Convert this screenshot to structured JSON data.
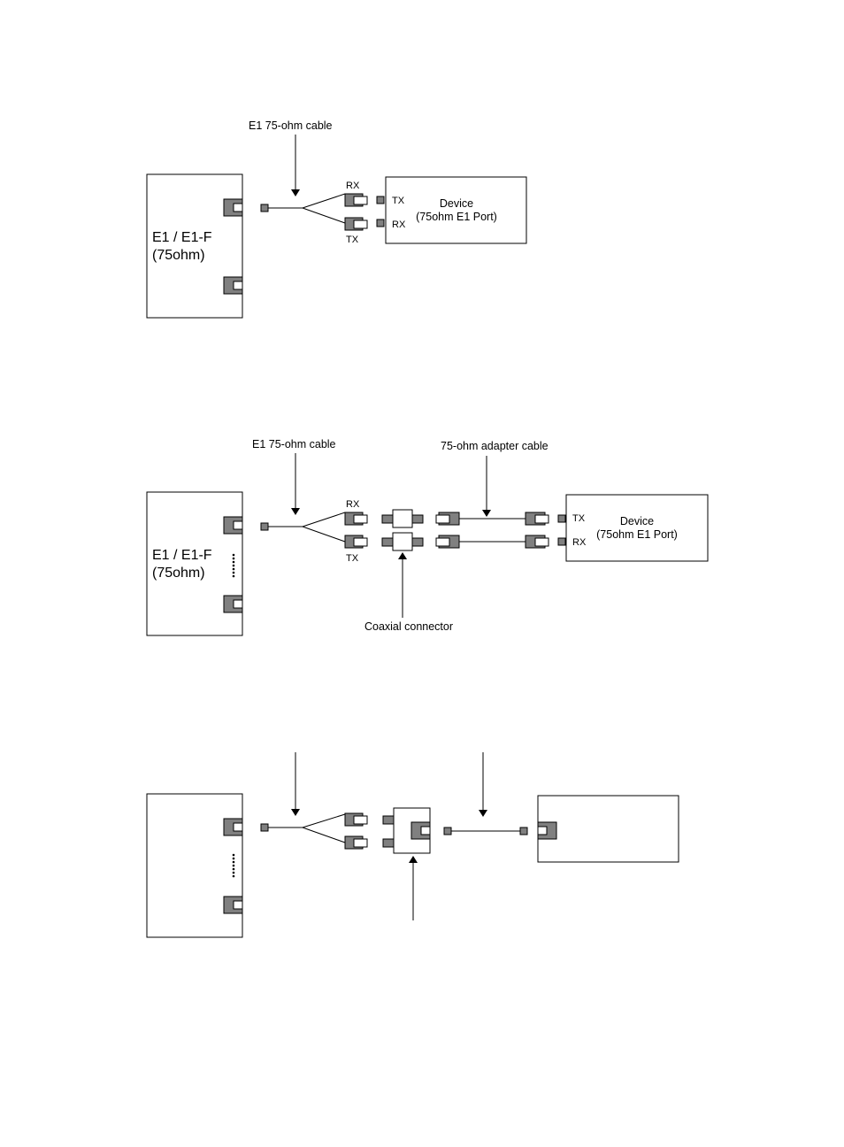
{
  "diagram1": {
    "cable_label": "E1 75-ohm cable",
    "card_label_1": "E1 / E1-F",
    "card_label_2": "(75ohm)",
    "rx_label": "RX",
    "tx_label": "TX",
    "device_label_1": "Device",
    "device_label_2": "(75ohm E1 Port)",
    "device_tx": "TX",
    "device_rx": "RX"
  },
  "diagram2": {
    "cable_label": "E1 75-ohm cable",
    "adapter_label": "75-ohm adapter cable",
    "coax_label": "Coaxial connector",
    "card_label_1": "E1 / E1-F",
    "card_label_2": "(75ohm)",
    "rx_label": "RX",
    "tx_label": "TX",
    "device_label_1": "Device",
    "device_label_2": "(75ohm E1 Port)",
    "device_tx": "TX",
    "device_rx": "RX"
  },
  "diagram3": {}
}
